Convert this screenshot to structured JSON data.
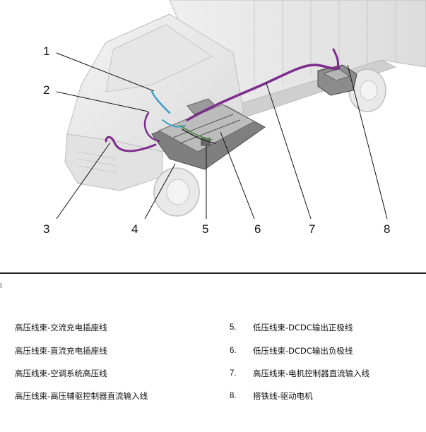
{
  "callouts": [
    "1",
    "2",
    "3",
    "4",
    "5",
    "6",
    "7",
    "8"
  ],
  "legend_mark": "l",
  "legend": [
    {
      "num": "",
      "label": "高压线束-交流充电插座线"
    },
    {
      "num": "",
      "label": "高压线束-直流充电插座线"
    },
    {
      "num": "",
      "label": "高压线束-空调系统高压线"
    },
    {
      "num": "",
      "label": "高压线束-高压辅驱控制器直流输入线"
    },
    {
      "num": "5.",
      "label": "低压线束-DCDC输出正极线"
    },
    {
      "num": "6.",
      "label": "低压线束-DCDC输出负极线"
    },
    {
      "num": "7.",
      "label": "高压线束-电机控制器直流输入线"
    },
    {
      "num": "8.",
      "label": "搭铁线-驱动电机"
    }
  ],
  "colors": {
    "harness_high_voltage": "#7b2c8c",
    "harness_low_voltage": "#3aa0c8",
    "leader": "#111111"
  }
}
